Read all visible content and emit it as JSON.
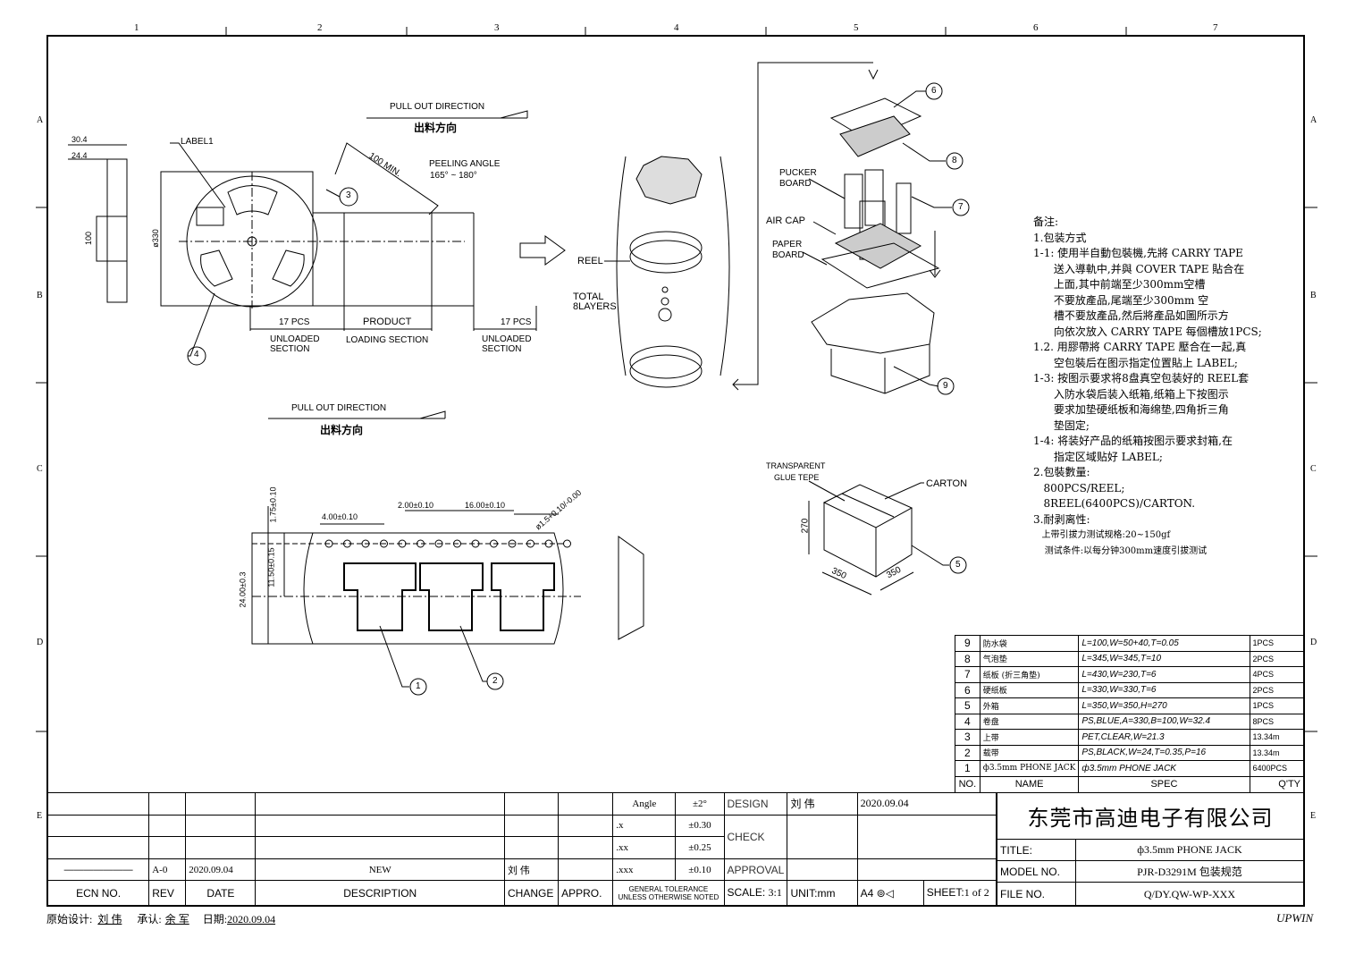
{
  "frame": {
    "columns": [
      "1",
      "2",
      "3",
      "4",
      "5",
      "6",
      "7"
    ],
    "rows": [
      "A",
      "B",
      "C",
      "D",
      "E"
    ]
  },
  "reel_view": {
    "label1": "LABEL1",
    "pull_out_en": "PULL OUT DIRECTION",
    "pull_out_cn": "出料方向",
    "dim_30_4": "30.4",
    "dim_24_4": "24.4",
    "dim_100": "100",
    "dim_330": "ø330",
    "min_100": "100 MIN.",
    "peeling_angle": "PEELING ANGLE",
    "peeling_range": "165° ~ 180°",
    "pcs_left": "17 PCS",
    "product": "PRODUCT",
    "pcs_right": "17 PCS",
    "unloaded_left": "UNLOADED",
    "section_left": "SECTION",
    "loading_section": "LOADING SECTION",
    "unloaded_right": "UNLOADED",
    "section_right": "SECTION",
    "balloon_3": "3",
    "balloon_4": "4"
  },
  "pull_out_2": {
    "en": "PULL OUT DIRECTION",
    "cn": "出料方向"
  },
  "stack_view": {
    "reel": "REEL",
    "total": "TOTAL",
    "layers": "8LAYERS",
    "pucker1": "PUCKER",
    "pucker2": "BOARD",
    "air_cap": "AIR CAP",
    "paper1": "PAPER",
    "paper2": "BOARD",
    "b6": "6",
    "b7": "7",
    "b8": "8",
    "b9": "9"
  },
  "carton_view": {
    "glue1": "TRANSPARENT",
    "glue2": "GLUE TEPE",
    "carton": "CARTON",
    "h": "270",
    "w1": "350",
    "w2": "350",
    "b5": "5"
  },
  "tape_view": {
    "d_4": "4.00±0.10",
    "d_2": "2.00±0.10",
    "d_16": "16.00±0.10",
    "d_hole": "ø1.5+0.10/-0.00",
    "d_175": "1.75±0.10",
    "d_1150": "11.50±0.15",
    "d_24": "24.00±0.3",
    "b1": "1",
    "b2": "2"
  },
  "notes": [
    "备注:",
    "1.包装方式",
    "1-1: 使用半自動包裝機,先將 CARRY TAPE",
    "      送入導軌中,并與 COVER TAPE 貼合在",
    "      上面,其中前端至少300mm空槽",
    "      不要放產品,尾端至少300mm 空",
    "      槽不要放產品,然后將產品如圖所示方",
    "      向依次放入 CARRY TAPE 每個槽放1PCS;",
    "1.2. 用膠帶將 CARRY TAPE 壓合在一起,真",
    "      空包裝后在图示指定位置貼上 LABEL;",
    "1-3: 按图示要求将8盘真空包装好的 REEL套",
    "      入防水袋后装入纸箱,纸箱上下按图示",
    "      要求加垫硬纸板和海绵垫,四角折三角",
    "      垫固定;",
    "1-4: 将装好产品的纸箱按图示要求封箱,在",
    "      指定区域贴好 LABEL;",
    "",
    "2.包裝數量:",
    "   800PCS/REEL;",
    "   8REEL(6400PCS)/CARTON.",
    "",
    "3.耐剥离性:",
    "   上带引拔力测试规格:20~150gf",
    "    测试条件:以每分钟300mm速度引拔测试"
  ],
  "bom": {
    "rows": [
      {
        "no": "9",
        "name": "防水袋",
        "spec": "L=100,W=50+40,T=0.05",
        "qty": "1PCS"
      },
      {
        "no": "8",
        "name": "气泡垫",
        "spec": "L=345,W=345,T=10",
        "qty": "2PCS"
      },
      {
        "no": "7",
        "name": "纸板 (折三角垫)",
        "spec": "L=430,W=230,T=6",
        "qty": "4PCS"
      },
      {
        "no": "6",
        "name": "硬纸板",
        "spec": "L=330,W=330,T=6",
        "qty": "2PCS"
      },
      {
        "no": "5",
        "name": "外箱",
        "spec": "L=350,W=350,H=270",
        "qty": "1PCS"
      },
      {
        "no": "4",
        "name": "卷盘",
        "spec": "PS,BLUE,A=330,B=100,W=32.4",
        "qty": "8PCS"
      },
      {
        "no": "3",
        "name": "上带",
        "spec": "PET,CLEAR,W=21.3",
        "qty": "13.34m"
      },
      {
        "no": "2",
        "name": "载带",
        "spec": "PS,BLACK,W=24,T=0.35,P=16",
        "qty": "13.34m"
      },
      {
        "no": "1",
        "name": "ф3.5mm PHONE JACK",
        "spec": "ф3.5mm PHONE JACK",
        "qty": "6400PCS"
      }
    ],
    "header": {
      "no": "NO.",
      "name": "NAME",
      "spec": "SPEC",
      "qty": "Q'TY"
    }
  },
  "title_block": {
    "angle": "Angle",
    "angle_tol": "±2°",
    "x1": ".x",
    "x1_tol": "±0.30",
    "x2": ".xx",
    "x2_tol": "±0.25",
    "x3": ".xxx",
    "x3_tol": "±0.10",
    "general1": "GENERAL TOLERANCE",
    "general2": "UNLESS OTHERWISE NOTED",
    "design": "DESIGN",
    "designer": "刘 伟",
    "design_date": "2020.09.04",
    "check": "CHECK",
    "approval": "APPROVAL",
    "scale_label": "SCALE:",
    "scale": "3:1",
    "unit": "UNIT:mm",
    "paper": "A4",
    "sheet_label": "SHEET:",
    "sheet": "1 of 2",
    "company": "东莞市高迪电子有限公司",
    "title_label": "TITLE:",
    "title": "ф3.5mm PHONE JACK",
    "model_label": "MODEL NO.",
    "model": "PJR-D3291M 包装规范",
    "file_label": "FILE NO.",
    "file": "Q/DY.QW-WP-XXX",
    "rev_row": {
      "rev": "A-0",
      "date": "2020.09.04",
      "desc": "NEW",
      "change": "刘 伟"
    },
    "headers": {
      "ecn": "ECN NO.",
      "rev": "REV",
      "date": "DATE",
      "desc": "DESCRIPTION",
      "change": "CHANGE",
      "appro": "APPRO."
    }
  },
  "footer": {
    "orig_label": "原始设计:",
    "orig": "刘 伟",
    "accept_label": "承认:",
    "accept": "余 军",
    "date_label": "日期:",
    "date": "2020.09.04",
    "brand": "UPWIN"
  }
}
